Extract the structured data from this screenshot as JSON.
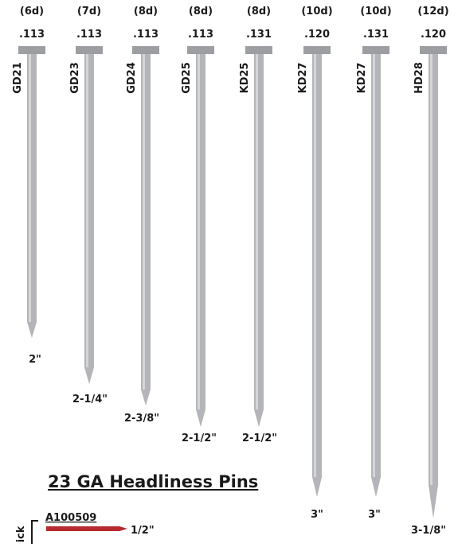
{
  "nails": [
    {
      "penny": "(6d)",
      "gauge": ".113",
      "code": "GD21",
      "length": "2\""
    },
    {
      "penny": "(7d)",
      "gauge": ".113",
      "code": "GD23",
      "length": "2-1/4\""
    },
    {
      "penny": "(8d)",
      "gauge": ".113",
      "code": "GD24",
      "length": "2-3/8\""
    },
    {
      "penny": "(8d)",
      "gauge": ".113",
      "code": "GD25",
      "length": "2-1/2\""
    },
    {
      "penny": "(8d)",
      "gauge": ".131",
      "code": "KD25",
      "length": "2-1/2\""
    },
    {
      "penny": "(10d)",
      "gauge": ".120",
      "code": "KD27",
      "length": "3\""
    },
    {
      "penny": "(10d)",
      "gauge": ".131",
      "code": "KD27",
      "length": "3\""
    },
    {
      "penny": "(12d)",
      "gauge": ".120",
      "code": "HD28",
      "length": "3-1/8\""
    }
  ],
  "pins_heading": "23 GA Headliness Pins",
  "pin": {
    "code": "A100509",
    "length": "1/2\""
  },
  "side_label": "ick",
  "colors": {
    "nail_body": "#b3b5b8",
    "nail_head": "#9c9ea1",
    "pin": "#b72a2f",
    "text": "#1a1a1a"
  }
}
